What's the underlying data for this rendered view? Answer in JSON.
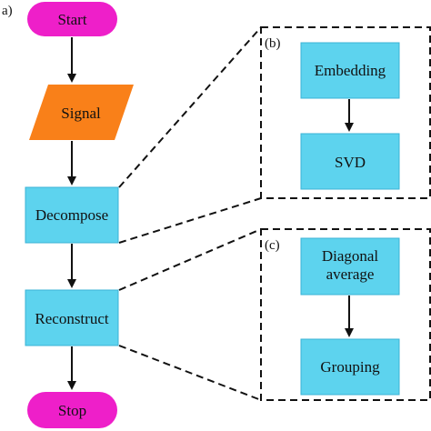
{
  "colors": {
    "terminal": "#ee1fc9",
    "io": "#f98019",
    "process": "#5dd3ee",
    "process_stroke": "#3bb3d6",
    "arrow": "#111111",
    "dashed": "#111111"
  },
  "panels": {
    "a_label": "a)",
    "b_label": "(b)",
    "c_label": "(c)"
  },
  "main_flow": {
    "start": "Start",
    "signal": "Signal",
    "decompose": "Decompose",
    "reconstruct": "Reconstruct",
    "stop": "Stop"
  },
  "detail_b": {
    "embedding": "Embedding",
    "svd": "SVD"
  },
  "detail_c": {
    "diagonal_line1": "Diagonal",
    "diagonal_line2": "average",
    "grouping": "Grouping"
  }
}
